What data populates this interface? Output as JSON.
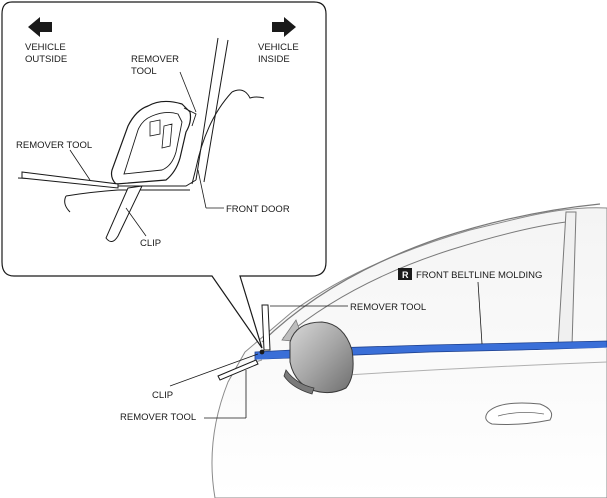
{
  "callout": {
    "vehicle_outside": [
      "VEHICLE",
      "OUTSIDE"
    ],
    "vehicle_inside": [
      "VEHICLE",
      "INSIDE"
    ],
    "remover_tool_top": [
      "REMOVER",
      "TOOL"
    ],
    "remover_tool_left": "REMOVER TOOL",
    "front_door": "FRONT DOOR",
    "clip": "CLIP"
  },
  "main": {
    "part_badge": "R",
    "front_beltline_molding": "FRONT BELTLINE MOLDING",
    "remover_tool_upper": "REMOVER TOOL",
    "clip": "CLIP",
    "remover_tool_lower": "REMOVER TOOL"
  },
  "colors": {
    "molding_blue": "#3a6fd8",
    "line": "#1a1a1a",
    "mirror_grey": "#9a9a9a"
  }
}
